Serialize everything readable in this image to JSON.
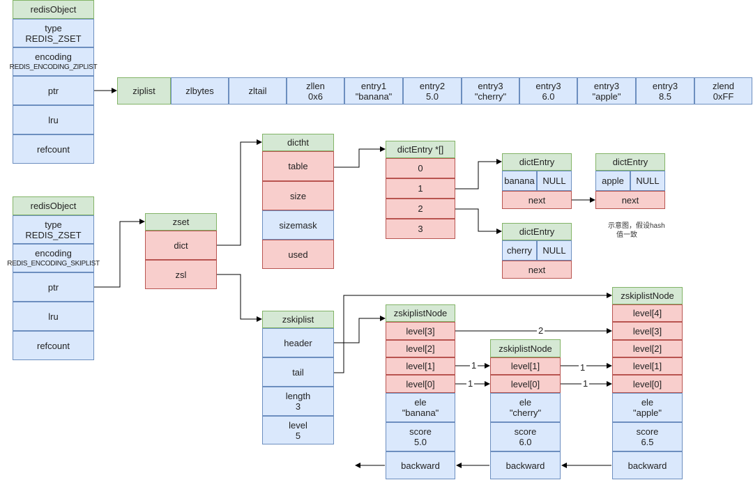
{
  "redis_object_ziplist": {
    "title": "redisObject",
    "type_key": "type",
    "type_val": "REDIS_ZSET",
    "encoding_key": "encoding",
    "encoding_val": "REDIS_ENCODING_ZIPLIST",
    "ptr": "ptr",
    "lru": "lru",
    "refcount": "refcount"
  },
  "ziplist": {
    "label": "ziplist",
    "zlbytes": "zlbytes",
    "zltail": "zltail",
    "zllen_key": "zllen",
    "zllen_val": "0x6",
    "e1_key": "entry1",
    "e1_val": "\"banana\"",
    "e2_key": "entry2",
    "e2_val": "5.0",
    "e3_key": "entry3",
    "e3_val": "\"cherry\"",
    "e4_key": "entry3",
    "e4_val": "6.0",
    "e5_key": "entry3",
    "e5_val": "\"apple\"",
    "e6_key": "entry3",
    "e6_val": "8.5",
    "zlend_key": "zlend",
    "zlend_val": "0xFF"
  },
  "redis_object_skiplist": {
    "title": "redisObject",
    "type_key": "type",
    "type_val": "REDIS_ZSET",
    "encoding_key": "encoding",
    "encoding_val": "REDIS_ENCODING_SKIPLIST",
    "ptr": "ptr",
    "lru": "lru",
    "refcount": "refcount"
  },
  "zset": {
    "title": "zset",
    "dict": "dict",
    "zsl": "zsl"
  },
  "dictht": {
    "title": "dictht",
    "table": "table",
    "size": "size",
    "sizemask": "sizemask",
    "used": "used"
  },
  "dict_entry_array": {
    "title": "dictEntry *[]",
    "slots": [
      "0",
      "1",
      "2",
      "3"
    ]
  },
  "dict_entry_banana": {
    "title": "dictEntry",
    "key": "banana",
    "val": "NULL",
    "next": "next"
  },
  "dict_entry_apple": {
    "title": "dictEntry",
    "key": "apple",
    "val": "NULL",
    "next": "next"
  },
  "dict_entry_cherry": {
    "title": "dictEntry",
    "key": "cherry",
    "val": "NULL",
    "next": "next"
  },
  "note": {
    "line1": "示意图，假设hash",
    "line2": "值一致"
  },
  "zskiplist": {
    "title": "zskiplist",
    "header": "header",
    "tail": "tail",
    "length_key": "length",
    "length_val": "3",
    "level_key": "level",
    "level_val": "5"
  },
  "node_banana": {
    "title": "zskiplistNode",
    "levels": [
      "level[3]",
      "level[2]",
      "level[1]",
      "level[0]"
    ],
    "ele_key": "ele",
    "ele_val": "\"banana\"",
    "score_key": "score",
    "score_val": "5.0",
    "backward": "backward"
  },
  "node_cherry": {
    "title": "zskiplistNode",
    "levels": [
      "level[1]",
      "level[0]"
    ],
    "ele_key": "ele",
    "ele_val": "\"cherry\"",
    "score_key": "score",
    "score_val": "6.0",
    "backward": "backward"
  },
  "node_apple": {
    "title": "zskiplistNode",
    "levels": [
      "level[4]",
      "level[3]",
      "level[2]",
      "level[1]",
      "level[0]"
    ],
    "ele_key": "ele",
    "ele_val": "\"apple\"",
    "score_key": "score",
    "score_val": "6.5",
    "backward": "backward"
  },
  "span_labels": {
    "banana_l3": "2",
    "banana_l1": "1",
    "banana_l0": "1",
    "cherry_l1": "1",
    "cherry_l0": "1"
  }
}
